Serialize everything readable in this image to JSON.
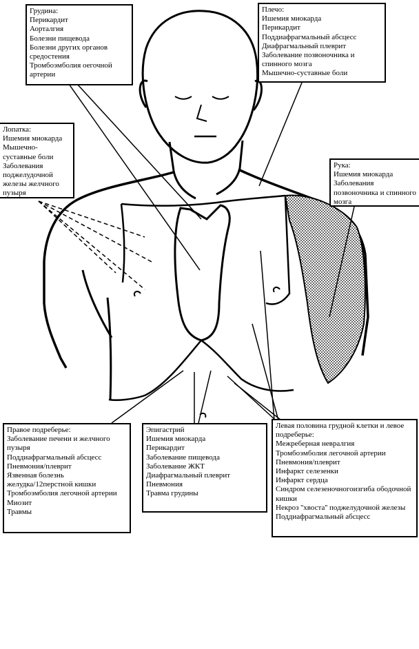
{
  "boxes": {
    "sternum": {
      "title": "Грудина:",
      "items": [
        "Перикардит",
        "Аорталгия",
        "Болезни пищевода",
        "Болезни других органов средостения",
        "Тромбоэмболия оегочной артерии"
      ]
    },
    "shoulder": {
      "title": "Плечо:",
      "items": [
        "Ишемия миокарда",
        "Перикардит",
        "Поддиафрагмальный абсцесс",
        "Диафрагмальный плеврит",
        "Заболевание позвоночника и спинного мозга",
        "Мышечно-суставные боли"
      ]
    },
    "scapula": {
      "title": "Лопатка:",
      "items": [
        "Ишемия миокарда",
        "Мышечно-суставные боли",
        "Заболевания поджелудочной железы желчного пузыря"
      ]
    },
    "arm": {
      "title": "Рука:",
      "items": [
        "Ишемия миокарда",
        "Заболевания позвоночника и спинного мозга"
      ]
    },
    "right_hypochondrium": {
      "title": "Правое подреберье:",
      "items": [
        "Заболевание печени и желчного пузыря",
        "Поддиафрагмальный абсцесс",
        "Пневмония/плеврит",
        "Язвенная болезнь желудка/12перстной кишки",
        "Тромбоэмболия легочной артерии",
        "Миозит",
        "Травмы"
      ]
    },
    "epigastrium": {
      "title": "Эпигастрий",
      "items": [
        "Ишемия миокарда",
        "Перикардит",
        "Заболевание пищевода",
        "Заболевание ЖКТ",
        "Диафрагмальный плеврит",
        "Пневмония",
        "Травма грудины"
      ]
    },
    "left_chest": {
      "title": "Левая половина грудной клетки и левое подреберье:",
      "items": [
        "Межреберная невралгия",
        "Тромбоэмболия легочной артерии",
        "Пневмония/плеврит",
        "Инфаркт селезенки",
        "Инфаркт сердца",
        "Синдром селезеночногоизгиба ободочной кишки",
        "Некроз ''хвоста'' поджелудочной железы",
        "Поддиафрагмальный абсцесс"
      ]
    }
  },
  "colors": {
    "ink": "#000000",
    "paper": "#ffffff"
  },
  "icons": [
    "body-outline-drawing",
    "dotted-arm-shading"
  ]
}
